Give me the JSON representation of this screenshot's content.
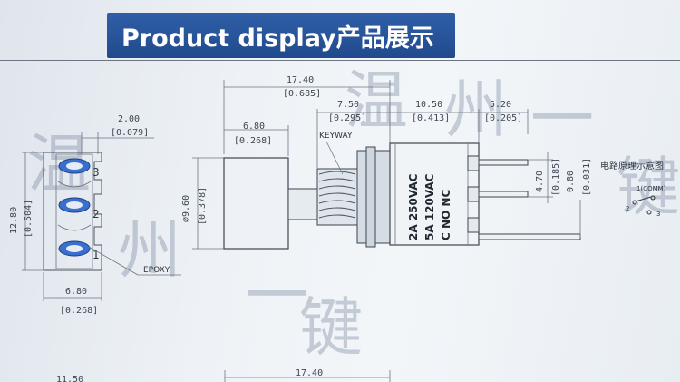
{
  "banner": {
    "title": "Product display产品展示"
  },
  "side_view": {
    "width_mm": "2.00",
    "width_in": "[0.079]",
    "height_mm": "12.80",
    "height_in": "[0.504]",
    "bottom_mm": "6.80",
    "bottom_in": "[0.268]",
    "pins": [
      "3",
      "2",
      "1"
    ],
    "epoxy_label": "EPOXY"
  },
  "front_view": {
    "overall_mm": "17.40",
    "overall_in": "[0.685]",
    "cap_len_mm": "6.80",
    "cap_len_in": "[0.268]",
    "bushing_mm": "7.50",
    "bushing_in": "[0.295]",
    "body_mm": "10.50",
    "body_in": "[0.413]",
    "term_mm": "5.20",
    "term_in": "[0.205]",
    "dia_mm": "⌀9.60",
    "dia_in": "[0.378]",
    "pitch_mm": "4.70",
    "pitch_in": "[0.185]",
    "term_w_mm": "0.80",
    "term_w_in": "[0.031]",
    "keyway_label": "KEYWAY",
    "body_rating_1": "2A  250VAC",
    "body_rating_2": "5A  120VAC",
    "body_rating_3": "C   NO  NC"
  },
  "schematic": {
    "title": "电路原理示意图",
    "comm_label": "1(COMM)",
    "pin2": "2",
    "pin3": "3"
  },
  "bottom_cut": {
    "left": "11.50",
    "center": "17.40"
  },
  "watermark": [
    "温",
    "州",
    "一",
    "键"
  ]
}
